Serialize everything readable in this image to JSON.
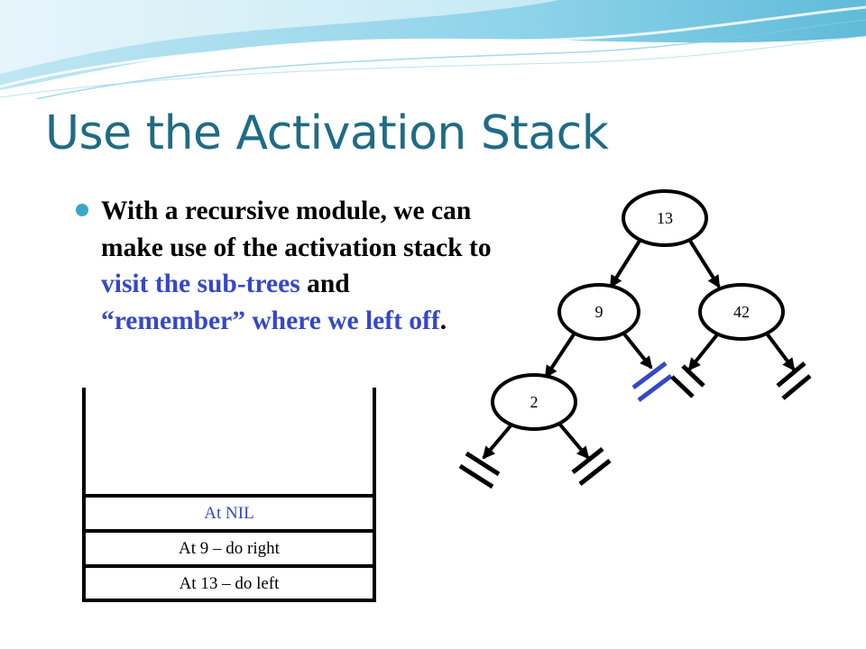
{
  "slide": {
    "title": "Use the Activation Stack",
    "bullet": {
      "part1": "With a recursive module, we can make use of the activation stack to ",
      "highlight1": "visit the sub-trees",
      "part2": " and ",
      "highlight2": "“remember” where we left off",
      "end": "."
    }
  },
  "tree": {
    "nodes": [
      {
        "id": "n13",
        "label": "13"
      },
      {
        "id": "n9",
        "label": "9"
      },
      {
        "id": "n42",
        "label": "42"
      },
      {
        "id": "n2",
        "label": "2"
      }
    ],
    "nil_markers": [
      {
        "id": "n9-right",
        "highlighted": true
      },
      {
        "id": "n42-left",
        "highlighted": false
      },
      {
        "id": "n42-right",
        "highlighted": false
      },
      {
        "id": "n2-left",
        "highlighted": false
      },
      {
        "id": "n2-right",
        "highlighted": false
      }
    ]
  },
  "stack": {
    "frames": [
      {
        "label": "At NIL",
        "color": "#3548c8"
      },
      {
        "label": "At 9 – do right",
        "color": "#000000"
      },
      {
        "label": "At 13 – do left",
        "color": "#000000"
      }
    ]
  },
  "colors": {
    "title": "#1f6b87",
    "highlight": "#3548c8",
    "bullet": "#3aa6c9",
    "header_wave": "#6cc3dd"
  }
}
